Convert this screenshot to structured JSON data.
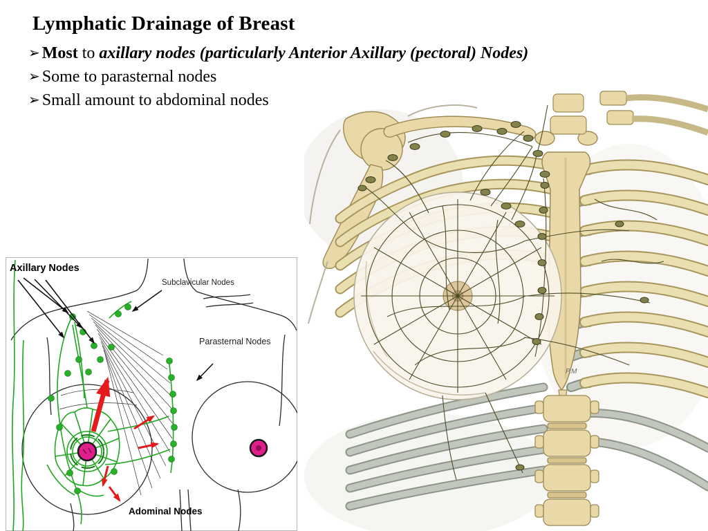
{
  "slide": {
    "title": "Lymphatic Drainage of Breast",
    "bullet_glyph": "➢",
    "bullets": [
      {
        "bold": "Most",
        "mid": " to ",
        "italic": "axillary nodes (particularly Anterior Axillary (pectoral) Nodes)"
      },
      {
        "text": "Some to parasternal nodes"
      },
      {
        "text": "Small amount to abdominal nodes"
      }
    ]
  },
  "left_diagram": {
    "labels": {
      "axillary": "Axillary Nodes",
      "subclavicular": "Subclavicular Nodes",
      "parasternal": "Parasternal Nodes",
      "abdominal": "Adominal Nodes"
    },
    "colors": {
      "lymph_green": "#1ea71e",
      "node_green": "#28b128",
      "nipple_pink": "#df1f8c",
      "arrow_red": "#e31b1b"
    }
  },
  "right_illustration": {
    "artist_initials": "P.M",
    "colors": {
      "bone": "#ead9a8",
      "bone_outline": "#9c8a55",
      "cartilage": "#c2c7bd",
      "lymph_olive": "#4b4b26",
      "node_olive": "#82824a"
    }
  }
}
